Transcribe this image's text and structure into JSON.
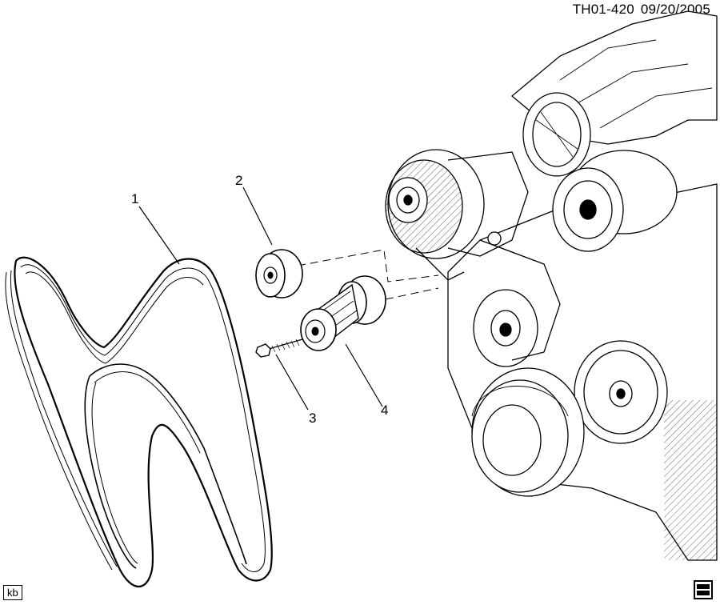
{
  "header": {
    "code": "TH01-420",
    "date": "09/20/2005"
  },
  "callouts": {
    "c1": "1",
    "c2": "2",
    "c3": "3",
    "c4": "4"
  },
  "footer": {
    "initials": "kb"
  },
  "logo": {
    "icon": "gm-spo-logo-icon"
  }
}
